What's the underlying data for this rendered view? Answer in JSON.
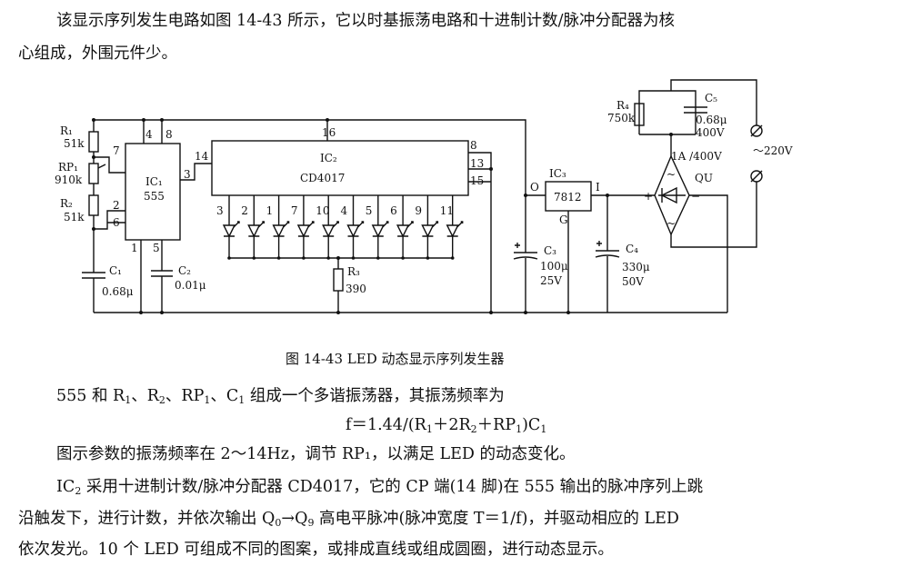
{
  "text": {
    "intro_line1": "该显示序列发生电路如图 14-43 所示，它以时基振荡电路和十进制计数/脉冲分配器为核",
    "intro_line2": "心组成，外围元件少。",
    "caption": "图 14-43   LED 动态显示序列发生器",
    "p1_a": "555 和 R",
    "p1_b": "、R",
    "p1_c": "、RP",
    "p1_d": "、C",
    "p1_e": " 组成一个多谐振荡器，其振荡频率为",
    "sub_1": "1",
    "sub_2": "2",
    "sub_0": "0",
    "sub_9": "9",
    "formula_a": "f＝1.44/(R",
    "formula_b": "＋2R",
    "formula_c": "＋RP",
    "formula_d": ")C",
    "p2": "图示参数的振荡频率在 2～14Hz，调节 RP₁，以满足 LED 的动态变化。",
    "p3_a": "IC",
    "p3_b": " 采用十进制计数/脉冲分配器 CD4017，它的 CP 端(14 脚)在 555 输出的脉冲序列上跳",
    "p4_a": "沿触发下，进行计数，并依次输出 Q",
    "p4_arrow": "→Q",
    "p4_b": " 高电平脉冲(脉冲宽度 T＝1/f)，并驱动相应的 LED",
    "p5": "依次发光。10 个 LED 可组成不同的图案，或排成直线或组成圆圈，进行动态显示。"
  },
  "circuit": {
    "R1": "R₁",
    "R1_val": "51k",
    "RP1": "RP₁",
    "RP1_val": "910k",
    "R2": "R₂",
    "R2_val": "51k",
    "C1": "C₁",
    "C1_val": "0.68μ",
    "C2": "C₂",
    "C2_val": "0.01μ",
    "IC1": "IC₁",
    "IC1_type": "555",
    "IC1_pins": {
      "p4": "4",
      "p8": "8",
      "p7": "7",
      "p3": "3",
      "p2": "2",
      "p6": "6",
      "p1": "1",
      "p5": "5"
    },
    "IC2": "IC₂",
    "IC2_type": "CD4017",
    "IC2_pins": {
      "p16": "16",
      "p14": "14",
      "p8": "8",
      "p13": "13",
      "p15": "15"
    },
    "led_pins": [
      "3",
      "2",
      "1",
      "7",
      "10",
      "4",
      "5",
      "6",
      "9",
      "11"
    ],
    "R3": "R₃",
    "R3_val": "390",
    "C3": "C₃",
    "C3_val1": "100μ",
    "C3_val2": "25V",
    "IC3": "IC₃",
    "IC3_type": "7812",
    "IC3_O": "O",
    "IC3_I": "I",
    "IC3_G": "G",
    "C4": "C₄",
    "C4_val1": "330μ",
    "C4_val2": "50V",
    "R4": "R₄",
    "R4_val": "750k",
    "C5": "C₅",
    "C5_val1": "0.68μ",
    "C5_val2": "400V",
    "bridge_rating": "1A /400V",
    "bridge_name": "QU",
    "mains": "～220V",
    "plus": "+",
    "minus": "−",
    "ac": "~",
    "cplus": "+"
  }
}
